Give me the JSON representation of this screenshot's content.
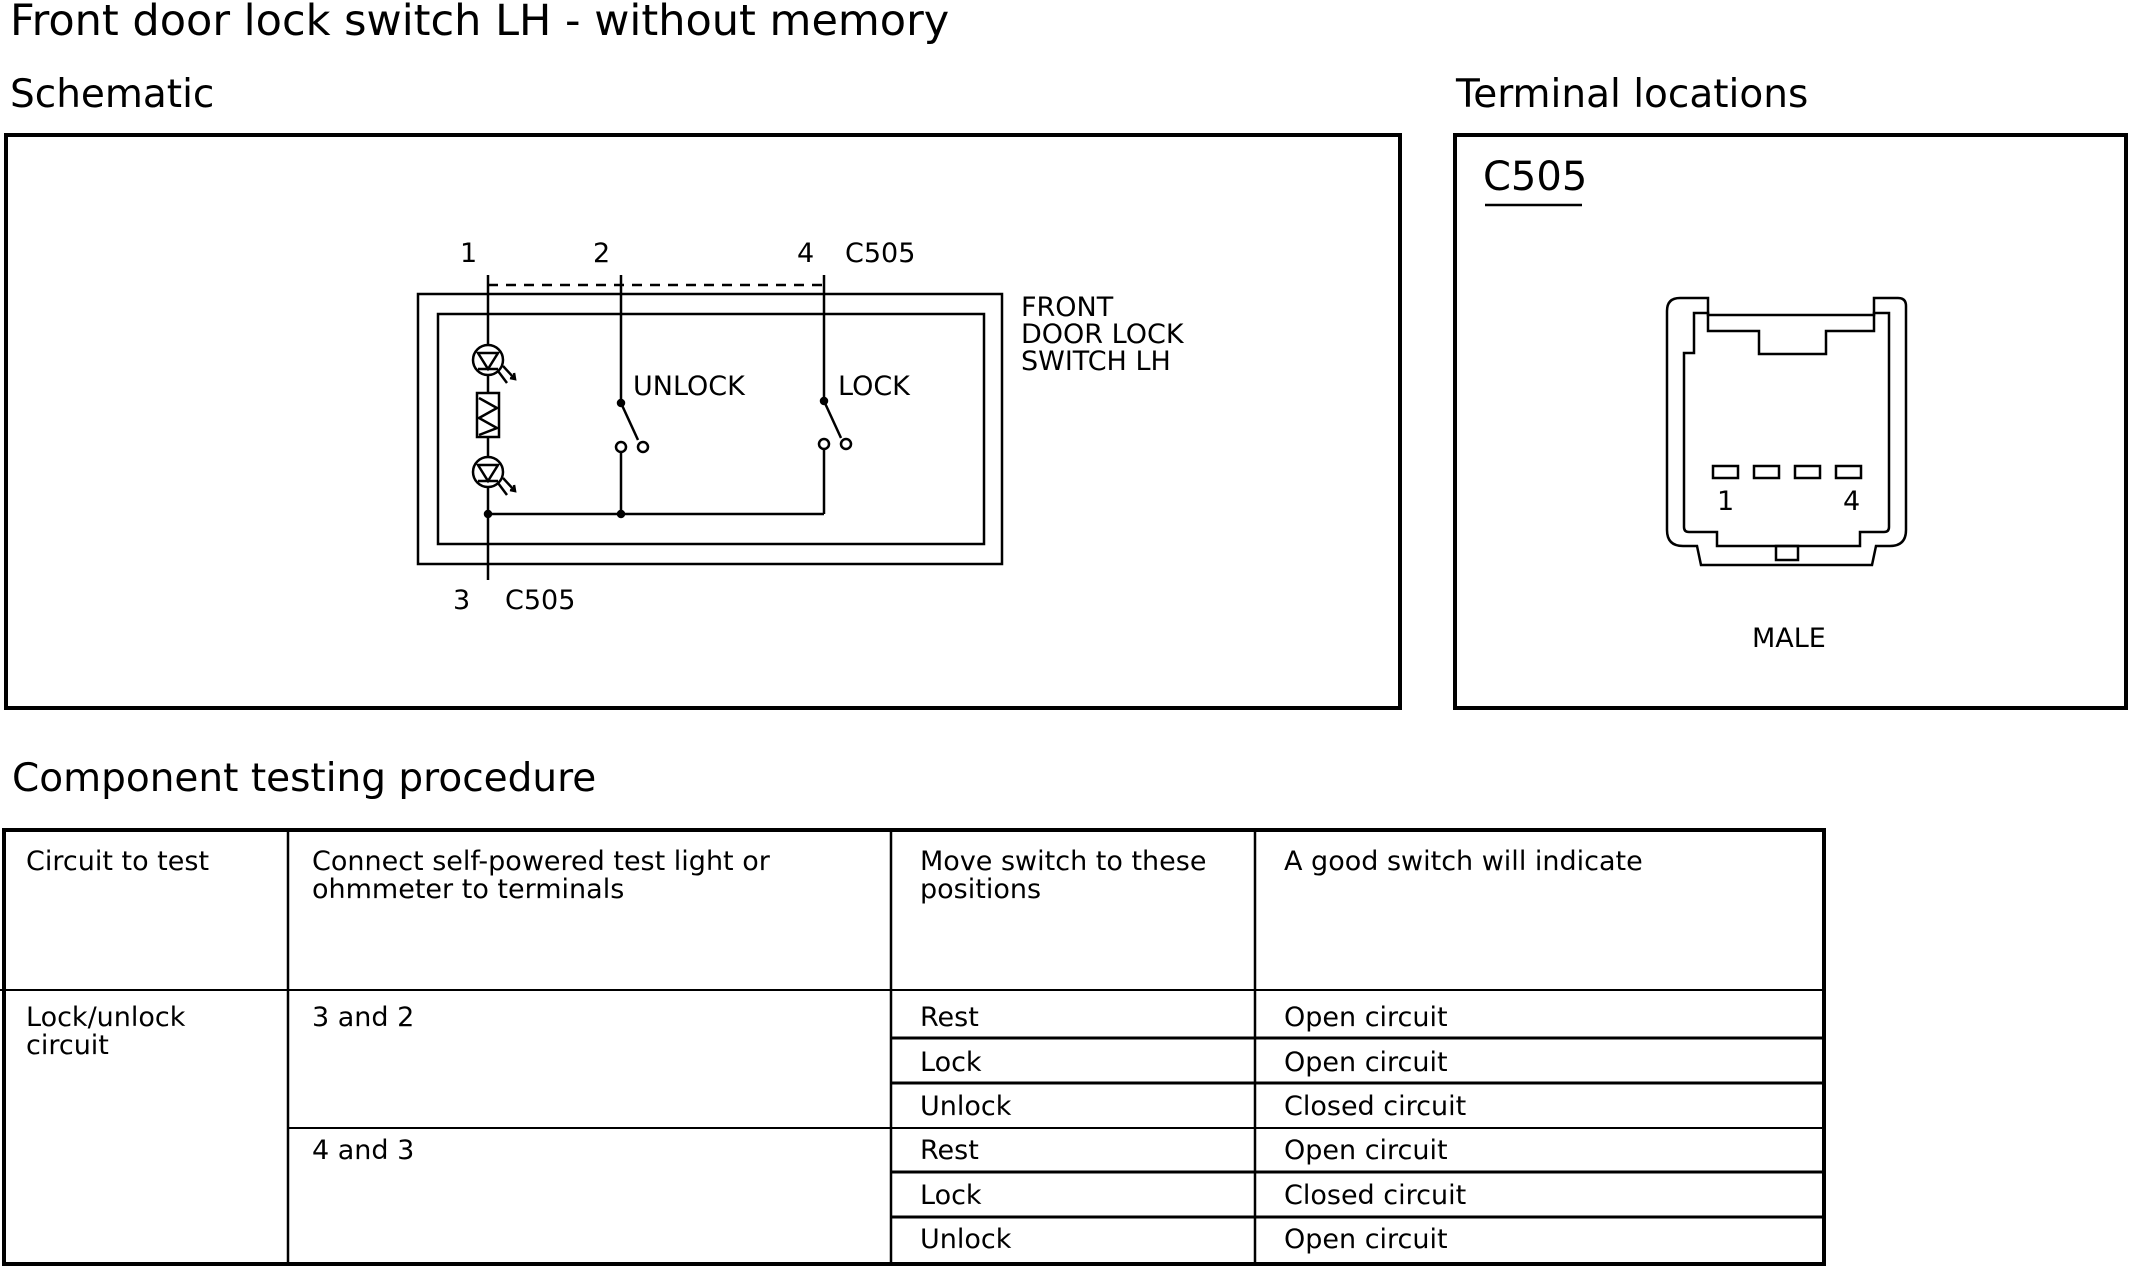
{
  "title": "Front door lock switch LH - without memory",
  "schematic": {
    "heading": "Schematic",
    "pin_1": "1",
    "pin_2": "2",
    "pin_4": "4",
    "pin_3": "3",
    "connector_top": "C505",
    "connector_bottom": "C505",
    "component_label": [
      "FRONT",
      "DOOR LOCK",
      "SWITCH LH"
    ],
    "unlock_label": "UNLOCK",
    "lock_label": "LOCK"
  },
  "terminals": {
    "heading": "Terminal locations",
    "connector": "C505",
    "pin_first": "1",
    "pin_last": "4",
    "gender": "MALE"
  },
  "testing": {
    "heading": "Component testing procedure",
    "headers": [
      "Circuit to test",
      "Connect self-powered test light or ohmmeter to terminals",
      "Move switch to these positions",
      "A good switch will indicate"
    ],
    "circuit": "Lock/unlock circuit",
    "groups": [
      {
        "terminals": "3 and 2",
        "rows": [
          {
            "position": "Rest",
            "result": "Open circuit"
          },
          {
            "position": "Lock",
            "result": "Open circuit"
          },
          {
            "position": "Unlock",
            "result": "Closed circuit"
          }
        ]
      },
      {
        "terminals": "4 and 3",
        "rows": [
          {
            "position": "Rest",
            "result": "Open circuit"
          },
          {
            "position": "Lock",
            "result": "Closed circuit"
          },
          {
            "position": "Unlock",
            "result": "Open circuit"
          }
        ]
      }
    ]
  }
}
